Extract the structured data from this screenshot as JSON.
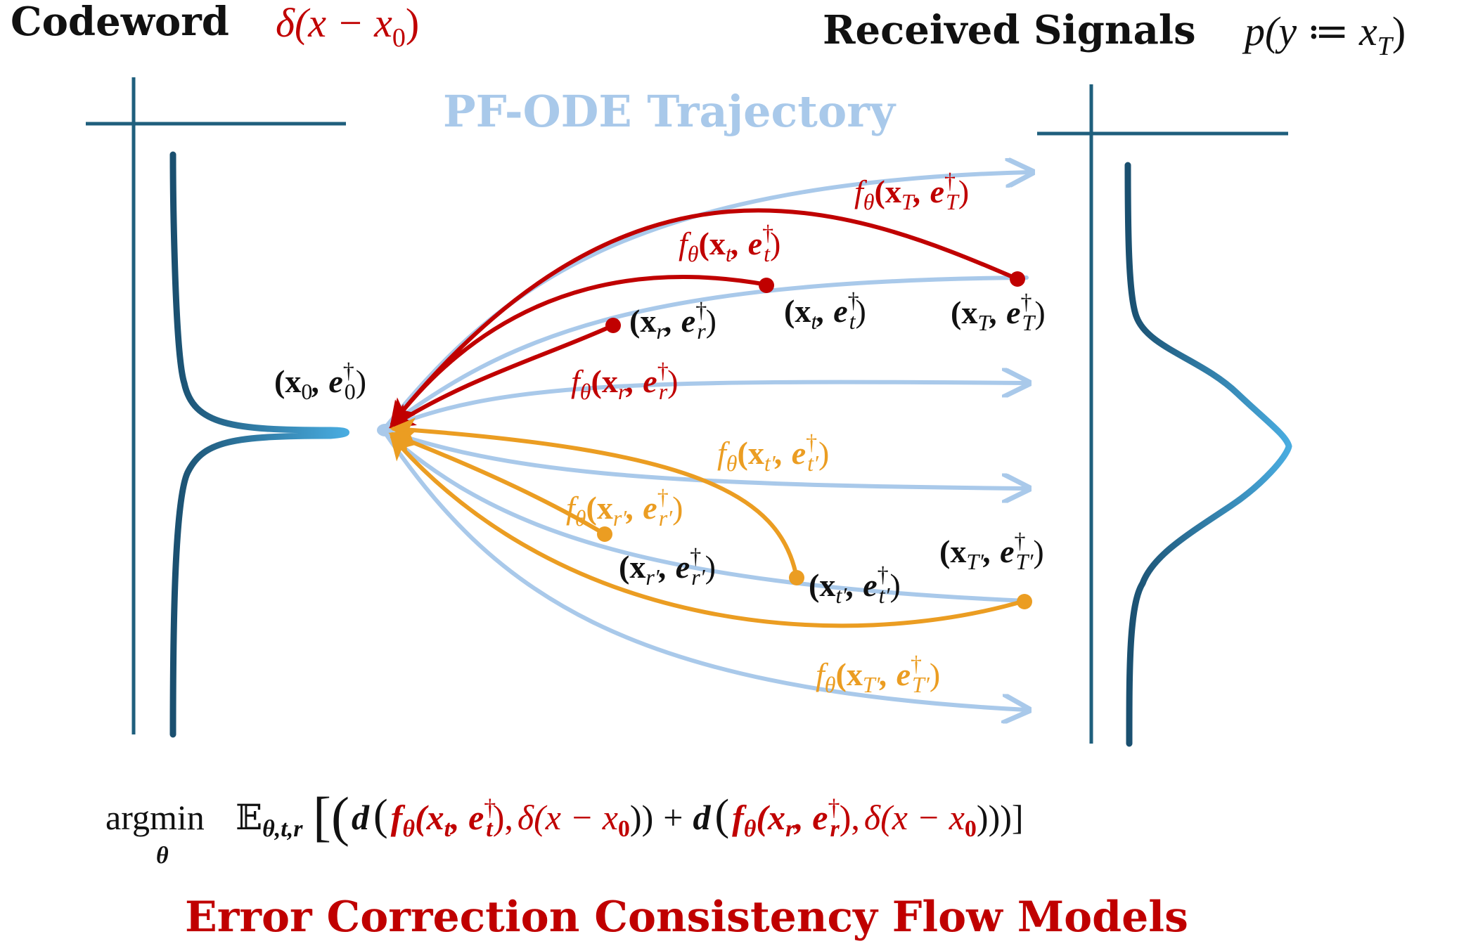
{
  "header": {
    "codeword_label": "Codeword",
    "codeword_math": "δ(x − x",
    "codeword_sub": "0",
    "codeword_close": ")",
    "received_label": "Received Signals",
    "received_math": "p(y ≔ x",
    "received_sub": "T",
    "received_close": ")"
  },
  "diagram": {
    "trajectory_title": "PF-ODE Trajectory",
    "origin_point": {
      "label": "(x",
      "sub": "0",
      "mid": ", e",
      "supsub_sup": "†",
      "supsub_sub": "0",
      "close": ")"
    },
    "red_points": [
      {
        "label": "(x",
        "sub": "r",
        "mid": ", e",
        "sup": "†",
        "sub2": "r",
        "close": ")"
      },
      {
        "label": "(x",
        "sub": "t",
        "mid": ", e",
        "sup": "†",
        "sub2": "t",
        "close": ")"
      },
      {
        "label": "(x",
        "sub": "T",
        "mid": ", e",
        "sup": "†",
        "sub2": "T",
        "close": ")"
      }
    ],
    "orange_points": [
      {
        "label": "(x",
        "sub": "r′",
        "mid": ", e",
        "sup": "†",
        "sub2": "r′",
        "close": ")"
      },
      {
        "label": "(x",
        "sub": "t′",
        "mid": ", e",
        "sup": "†",
        "sub2": "t′",
        "close": ")"
      },
      {
        "label": "(x",
        "sub": "T′",
        "mid": ", e",
        "sup": "†",
        "sub2": "T′",
        "close": ")"
      }
    ],
    "red_maps": [
      {
        "f": "f",
        "theta": "θ",
        "open": "(x",
        "sub": "T",
        "mid": ", e",
        "sup": "†",
        "sub2": "T",
        "close": ")"
      },
      {
        "f": "f",
        "theta": "θ",
        "open": "(x",
        "sub": "t",
        "mid": ", e",
        "sup": "†",
        "sub2": "t",
        "close": ")"
      },
      {
        "f": "f",
        "theta": "θ",
        "open": "(x",
        "sub": "r",
        "mid": ", e",
        "sup": "†",
        "sub2": "r",
        "close": ")"
      }
    ],
    "orange_maps": [
      {
        "f": "f",
        "theta": "θ",
        "open": "(x",
        "sub": "t′",
        "mid": ", e",
        "sup": "†",
        "sub2": "t′",
        "close": ")"
      },
      {
        "f": "f",
        "theta": "θ",
        "open": "(x",
        "sub": "r′",
        "mid": ", e",
        "sup": "†",
        "sub2": "r′",
        "close": ")"
      },
      {
        "f": "f",
        "theta": "θ",
        "open": "(x",
        "sub": "T′",
        "mid": ", e",
        "sup": "†",
        "sub2": "T′",
        "close": ")"
      }
    ]
  },
  "objective": {
    "argmin": "argmin",
    "argmin_sub": "θ",
    "expect": "𝔼",
    "expect_sub": "θ,t,r",
    "open_bracket": "[(",
    "d1": "d",
    "f1": "f",
    "f1_sub": "θ",
    "f1_args": "(x",
    "f1_args_sub": "t",
    "f1_args_mid": ", e",
    "f1_sup": "†",
    "f1_sub2": "t",
    "f1_close": "),",
    "delta1": "δ(x − x",
    "delta1_sub": "0",
    "delta1_close": "))",
    "plus": "+",
    "d2": "d",
    "f2": "f",
    "f2_sub": "θ",
    "f2_args": "(x",
    "f2_args_sub": "r",
    "f2_args_mid": ", e",
    "f2_sup": "†",
    "f2_sub2": "r",
    "f2_close": "),",
    "delta2": "δ(x − x",
    "delta2_sub": "0",
    "delta2_close": ")))]"
  },
  "footer": {
    "title": "Error Correction Consistency Flow Models"
  },
  "colors": {
    "axis": "#1f5f7d",
    "trajectory": "#a9c9ea",
    "red": "#c00000",
    "orange": "#eb9d22",
    "dark": "#111111",
    "curve_light": "#49ace0"
  }
}
